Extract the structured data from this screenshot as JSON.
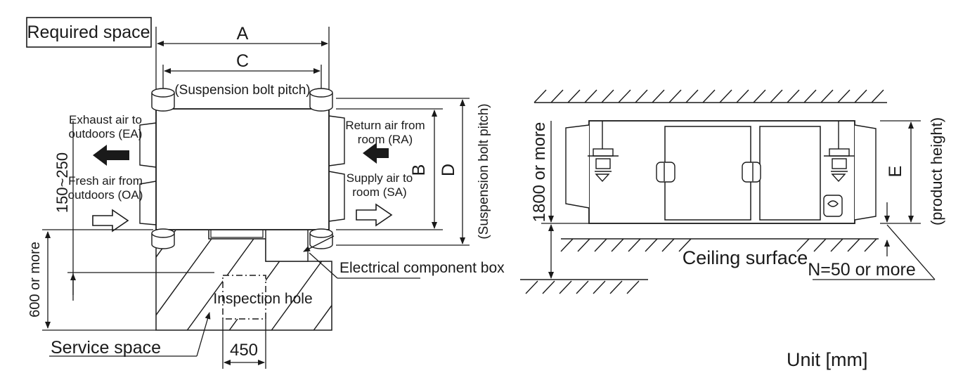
{
  "labels": {
    "required_space": "Required space",
    "dim_a": "A",
    "dim_c": "C",
    "suspension_bolt_pitch": "(Suspension bolt pitch)",
    "exhaust_air_1": "Exhaust air to",
    "exhaust_air_2": "outdoors (EA)",
    "fresh_air_1": "Fresh air from",
    "fresh_air_2": "outdoors (OA)",
    "return_air_1": "Return air from",
    "return_air_2": "room (RA)",
    "supply_air_1": "Supply air to",
    "supply_air_2": "room (SA)",
    "dim_b": "B",
    "dim_d": "D",
    "suspension_bolt_pitch_vertical": "(Suspension bolt pitch)",
    "range_150_250": "150~250",
    "six_hundred_or_more": "600 or more",
    "electrical_component_box": "Electrical component box",
    "inspection_hole": "Inspection hole",
    "service_space": "Service space",
    "dim_450": "450",
    "eighteen_hundred_or_more": "1800 or more",
    "ceiling_surface": "Ceiling surface",
    "n_50_or_more": "N=50 or more",
    "dim_e": "E",
    "product_height": "(product height)",
    "unit_mm": "Unit [mm]"
  }
}
